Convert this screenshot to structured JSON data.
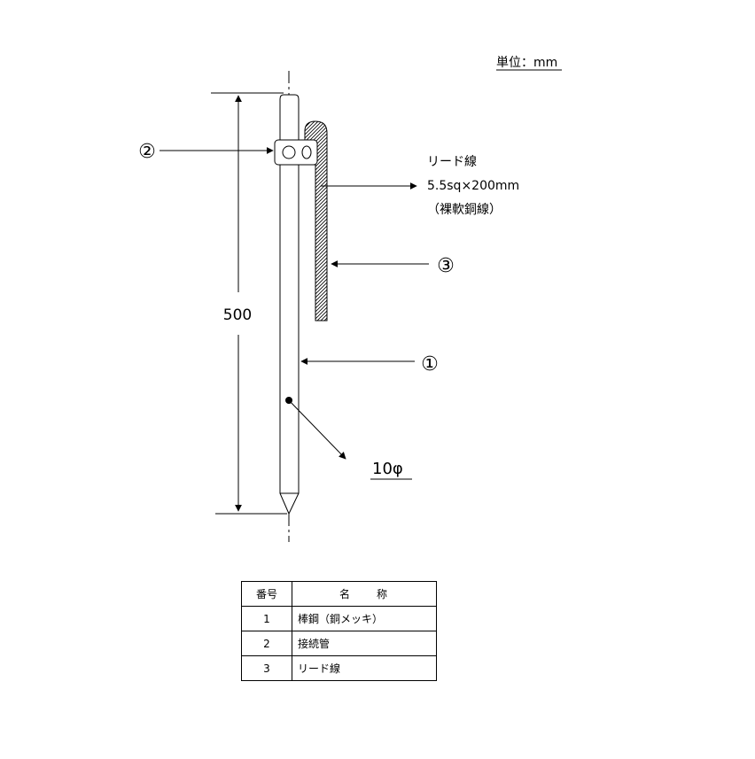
{
  "unit_label": "単位：mm",
  "dimension_label": "500",
  "diameter_label": "10φ",
  "lead_wire": {
    "title": "リード線",
    "spec": "5.5sq×200mm",
    "material": "（裸軟銅線）"
  },
  "callouts": {
    "part1": "①",
    "part2": "②",
    "part3": "③"
  },
  "table": {
    "headers": {
      "number": "番号",
      "name": "名　　称"
    },
    "rows": [
      {
        "number": "1",
        "name": "棒鋼（銅メッキ）"
      },
      {
        "number": "2",
        "name": "接続管"
      },
      {
        "number": "3",
        "name": "リード線"
      }
    ]
  }
}
